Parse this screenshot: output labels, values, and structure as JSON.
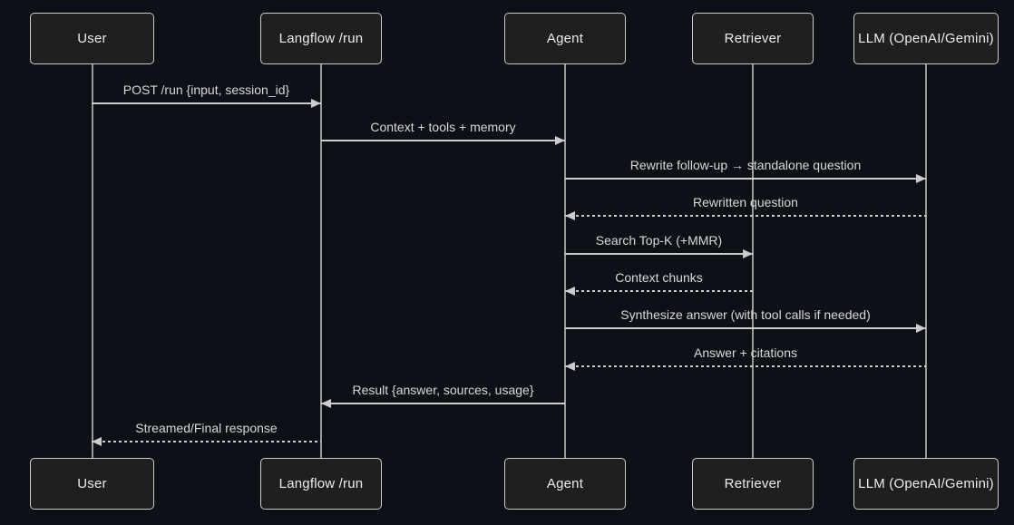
{
  "diagram": {
    "type": "sequence-diagram",
    "actors": [
      {
        "id": "user",
        "label": "User"
      },
      {
        "id": "langflow-run",
        "label": "Langflow /run"
      },
      {
        "id": "agent",
        "label": "Agent"
      },
      {
        "id": "retriever",
        "label": "Retriever"
      },
      {
        "id": "llm",
        "label": "LLM (OpenAI/Gemini)"
      }
    ],
    "messages": [
      {
        "from": "User",
        "to": "Langflow /run",
        "label": "POST /run {input, session_id}",
        "line": "solid",
        "arrow": "filled"
      },
      {
        "from": "Langflow /run",
        "to": "Agent",
        "label": "Context + tools + memory",
        "line": "solid",
        "arrow": "filled"
      },
      {
        "from": "Agent",
        "to": "LLM (OpenAI/Gemini)",
        "label": "Rewrite follow-up → standalone question",
        "line": "solid",
        "arrow": "filled"
      },
      {
        "from": "LLM (OpenAI/Gemini)",
        "to": "Agent",
        "label": "Rewritten question",
        "line": "dashed",
        "arrow": "filled"
      },
      {
        "from": "Agent",
        "to": "Retriever",
        "label": "Search Top-K (+MMR)",
        "line": "solid",
        "arrow": "filled"
      },
      {
        "from": "Retriever",
        "to": "Agent",
        "label": "Context chunks",
        "line": "dashed",
        "arrow": "filled"
      },
      {
        "from": "Agent",
        "to": "LLM (OpenAI/Gemini)",
        "label": "Synthesize answer (with tool calls if needed)",
        "line": "solid",
        "arrow": "filled"
      },
      {
        "from": "LLM (OpenAI/Gemini)",
        "to": "Agent",
        "label": "Answer + citations",
        "line": "dashed",
        "arrow": "filled"
      },
      {
        "from": "Agent",
        "to": "Langflow /run",
        "label": "Result {answer, sources, usage}",
        "line": "solid",
        "arrow": "filled"
      },
      {
        "from": "Langflow /run",
        "to": "User",
        "label": "Streamed/Final response",
        "line": "dashed",
        "arrow": "filled"
      }
    ],
    "theme": {
      "background": "#0d1016",
      "actor_fill": "#1f1f1f",
      "actor_border": "#cbcbcb",
      "signal_color": "#cccccc",
      "lifeline_color": "#9a9a9a",
      "text_color": "#e6e6e6"
    }
  }
}
